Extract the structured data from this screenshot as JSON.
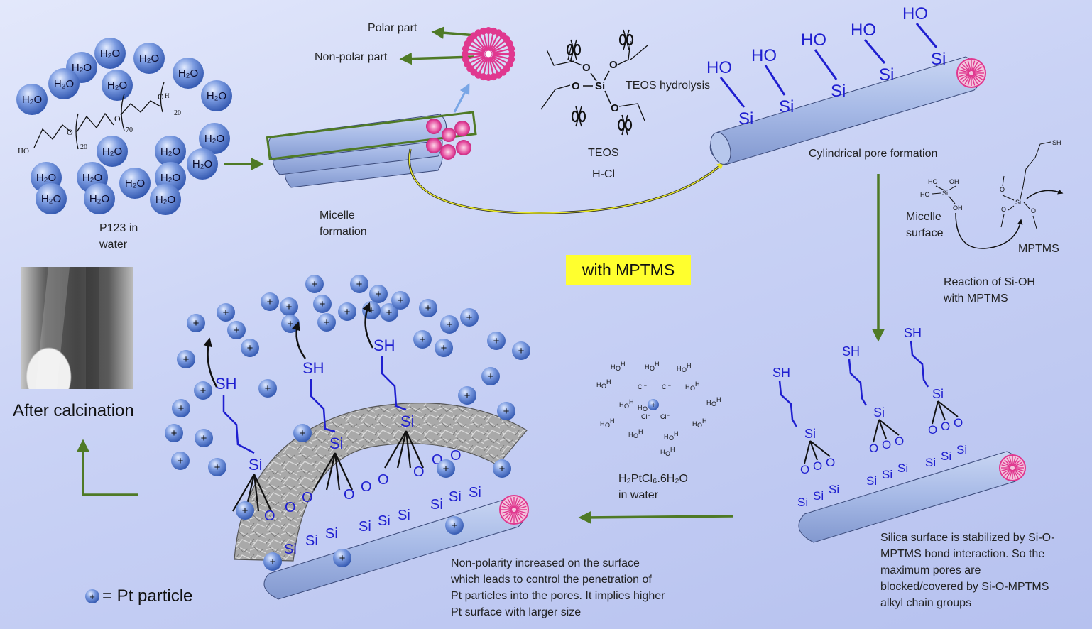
{
  "labels": {
    "polar_part": "Polar part",
    "non_polar_part": "Non-polar part",
    "p123": "P123 in\nwater",
    "micelle_formation": "Micelle\nformation",
    "teos_hydrolysis": "TEOS hydrolysis",
    "teos": "TEOS",
    "hcl": "H-Cl",
    "cylindrical_pore": "Cylindrical pore formation",
    "micelle_surface": "Micelle\nsurface",
    "mptms": "MPTMS",
    "reaction": "Reaction of Si-OH\nwith MPTMS",
    "with_mptms": "with MPTMS",
    "after_calcination": "After calcination",
    "h2ptcl6": "H₂PtCl₆.6H₂O\nin water",
    "silica_stabilized": "Silica surface is stabilized by Si-O-\nMPTMS bond interaction. So the\nmaximum pores are\nblocked/covered by Si-O-MPTMS\nalkyl chain groups",
    "non_polarity": "Non-polarity increased on the surface\nwhich leads to control the penetration of\nPt particles into the pores. It implies higher\nPt surface with larger size",
    "pt_legend": "= Pt particle"
  },
  "chem": {
    "water": "H₂O",
    "ho": "HO",
    "si": "Si",
    "o": "O",
    "sh": "SH",
    "oh": "OH",
    "plus": "+",
    "cl": "Cl⁻",
    "sub20": "20",
    "sub70": "70"
  },
  "colors": {
    "arrow_green": "#4f7a26",
    "chem_blue": "#1f1fd0",
    "micelle_pink": "#e0388f",
    "cylinder": "#a9bbe6",
    "sphere": "#4f78cc",
    "highlight": "#ffff2e"
  }
}
